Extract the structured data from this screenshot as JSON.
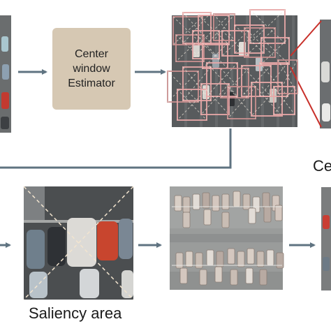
{
  "estimator": {
    "line1": "Center",
    "line2": "window",
    "line3": "Estimator"
  },
  "captions": {
    "saliency": "Saliency area",
    "partial": "Ce"
  },
  "colors": {
    "arrow": "#5f7381",
    "box": "#e8a7a7",
    "box_dark": "#c98f8f",
    "zoom_line": "#c8302a",
    "asphalt": "#4d5052",
    "asphalt_light": "#8f9190",
    "estimator_fill": "#d6c8b3"
  }
}
